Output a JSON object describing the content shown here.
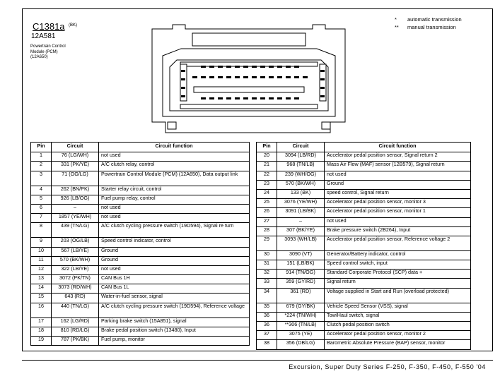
{
  "header": {
    "connector_id": "C1381a",
    "connector_color": "(BK)",
    "part_number": "12A581",
    "module_lines": [
      "Powertrain Control",
      "Module (PCM)",
      "(12A650)"
    ]
  },
  "legend": [
    {
      "mark": "*",
      "text": "automatic transmission"
    },
    {
      "mark": "**",
      "text": "manual transmission"
    }
  ],
  "table_headers": {
    "pin": "Pin",
    "circuit": "Circuit",
    "function": "Circuit function"
  },
  "pins_left": [
    {
      "pin": "1",
      "circuit": "76 (LG/WH)",
      "function": "not used"
    },
    {
      "pin": "2",
      "circuit": "331 (PK/YE)",
      "function": "A/C clutch relay, control"
    },
    {
      "pin": "3",
      "circuit": "71 (OG/LG)",
      "function": "Powertrain Control Module (PCM) (12A650), Data output link"
    },
    {
      "pin": "4",
      "circuit": "262 (BN/PK)",
      "function": "Starter relay circuit, control"
    },
    {
      "pin": "5",
      "circuit": "926 (LB/OG)",
      "function": "Fuel pump relay, control"
    },
    {
      "pin": "6",
      "circuit": "–",
      "function": "not used"
    },
    {
      "pin": "7",
      "circuit": "1857 (YE/WH)",
      "function": "not used"
    },
    {
      "pin": "8",
      "circuit": "439 (TN/LG)",
      "function": "A/C clutch cycling pressure switch (19D594), Signal re turn"
    },
    {
      "pin": "9",
      "circuit": "203 (OG/LB)",
      "function": "Speed control indicator, control"
    },
    {
      "pin": "10",
      "circuit": "567 (LB/YE)",
      "function": "Ground"
    },
    {
      "pin": "11",
      "circuit": "570 (BK/WH)",
      "function": "Ground"
    },
    {
      "pin": "12",
      "circuit": "322 (LB/YE)",
      "function": "not used"
    },
    {
      "pin": "13",
      "circuit": "3072 (PK/TN)",
      "function": "CAN Bus 1H"
    },
    {
      "pin": "14",
      "circuit": "3073 (RD/WH)",
      "function": "CAN Bus 1L"
    },
    {
      "pin": "15",
      "circuit": "643 (RD)",
      "function": "Water-in-fuel sensor, signal"
    },
    {
      "pin": "16",
      "circuit": "440 (TN/LG)",
      "function": "A/C clutch cycling pressure switch (19D594), Reference voltage"
    },
    {
      "pin": "17",
      "circuit": "162 (LG/RD)",
      "function": "Parking brake switch (15A851), signal"
    },
    {
      "pin": "18",
      "circuit": "810 (RD/LG)",
      "function": "Brake pedal position switch (13480), Input"
    },
    {
      "pin": "19",
      "circuit": "787 (PK/BK)",
      "function": "Fuel pump, monitor"
    }
  ],
  "pins_right": [
    {
      "pin": "20",
      "circuit": "3094 (LB/RD)",
      "function": "Accelerator pedal position sensor, Signal return 2"
    },
    {
      "pin": "21",
      "circuit": "968 (TN/LB)",
      "function": "Mass Air Flow (MAF) sensor (12B579), Signal return"
    },
    {
      "pin": "22",
      "circuit": "239 (WH/OG)",
      "function": "not used"
    },
    {
      "pin": "23",
      "circuit": "570 (BK/WH)",
      "function": "Ground"
    },
    {
      "pin": "24",
      "circuit": "133 (BK)",
      "function": "speed control, Signal return"
    },
    {
      "pin": "25",
      "circuit": "3076 (YE/WH)",
      "function": "Accelerator pedal position sensor, monitor 3"
    },
    {
      "pin": "26",
      "circuit": "3091 (LB/BK)",
      "function": "Accelerator pedal position sensor, monitor 1"
    },
    {
      "pin": "27",
      "circuit": "–",
      "function": "not used"
    },
    {
      "pin": "28",
      "circuit": "307 (BK/YE)",
      "function": "Brake pressure switch (2B264), Input"
    },
    {
      "pin": "29",
      "circuit": "3093 (WH/LB)",
      "function": "Accelerator pedal position sensor, Reference voltage 2"
    },
    {
      "pin": "30",
      "circuit": "3090 (VT)",
      "function": "Generator/Battery indicator, control"
    },
    {
      "pin": "31",
      "circuit": "151 (LB/BK)",
      "function": "Speed control switch, input"
    },
    {
      "pin": "32",
      "circuit": "914 (TN/OG)",
      "function": "Standard Corporate Protocol (SCP) data +"
    },
    {
      "pin": "33",
      "circuit": "359 (GY/RD)",
      "function": "Signal return"
    },
    {
      "pin": "34",
      "circuit": "361 (RD)",
      "function": "Voltage supplied in Start and Run (overload protected)"
    },
    {
      "pin": "35",
      "circuit": "679 (GY/BK)",
      "function": "Vehicle Speed Sensor (VSS), signal"
    },
    {
      "pin": "36",
      "circuit": "*224 (TN/WH)",
      "function": "Tow/Haul switch, signal"
    },
    {
      "pin": "36",
      "circuit": "**306 (TN/LB)",
      "function": "Clutch pedal position switch"
    },
    {
      "pin": "37",
      "circuit": "3075 (YE)",
      "function": "Accelerator pedal position sensor, monitor 2"
    },
    {
      "pin": "38",
      "circuit": "356 (DB/LG)",
      "function": "Barometric Absolute Pressure (BAP) sensor, monitor"
    }
  ],
  "footer": "Excursion, Super Duty Series F-250, F-350, F-450, F-550 '04"
}
